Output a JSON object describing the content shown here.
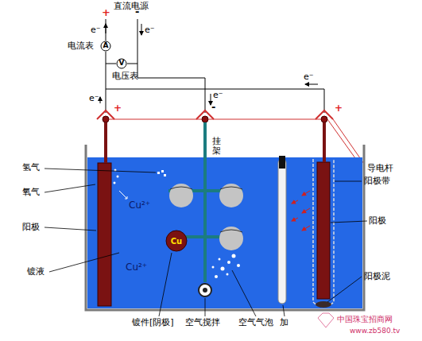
{
  "diagram": {
    "nodes": [
      {
        "text": [
          "A",
          "电流表"
        ]
      },
      {
        "text": [
          "V",
          "电压表"
        ]
      },
      {
        "text": [
          "Cu"
        ]
      }
    ],
    "labels": [
      "直流电源",
      "+",
      "-",
      "e⁻",
      "e⁻",
      "e⁻",
      "+",
      "e⁻",
      "-",
      "e⁻",
      "+",
      "挂架",
      "导电杆",
      "氢气",
      "氧气",
      "阳极",
      "Cu²⁺",
      "Cu²⁺",
      "镀液",
      "镀件[阴极]",
      "空气搅拌",
      "空气气泡",
      "加",
      "阳极带",
      "阳极",
      "阳极泥",
      "中国珠宝招商网",
      "www.zb580.tv"
    ]
  }
}
